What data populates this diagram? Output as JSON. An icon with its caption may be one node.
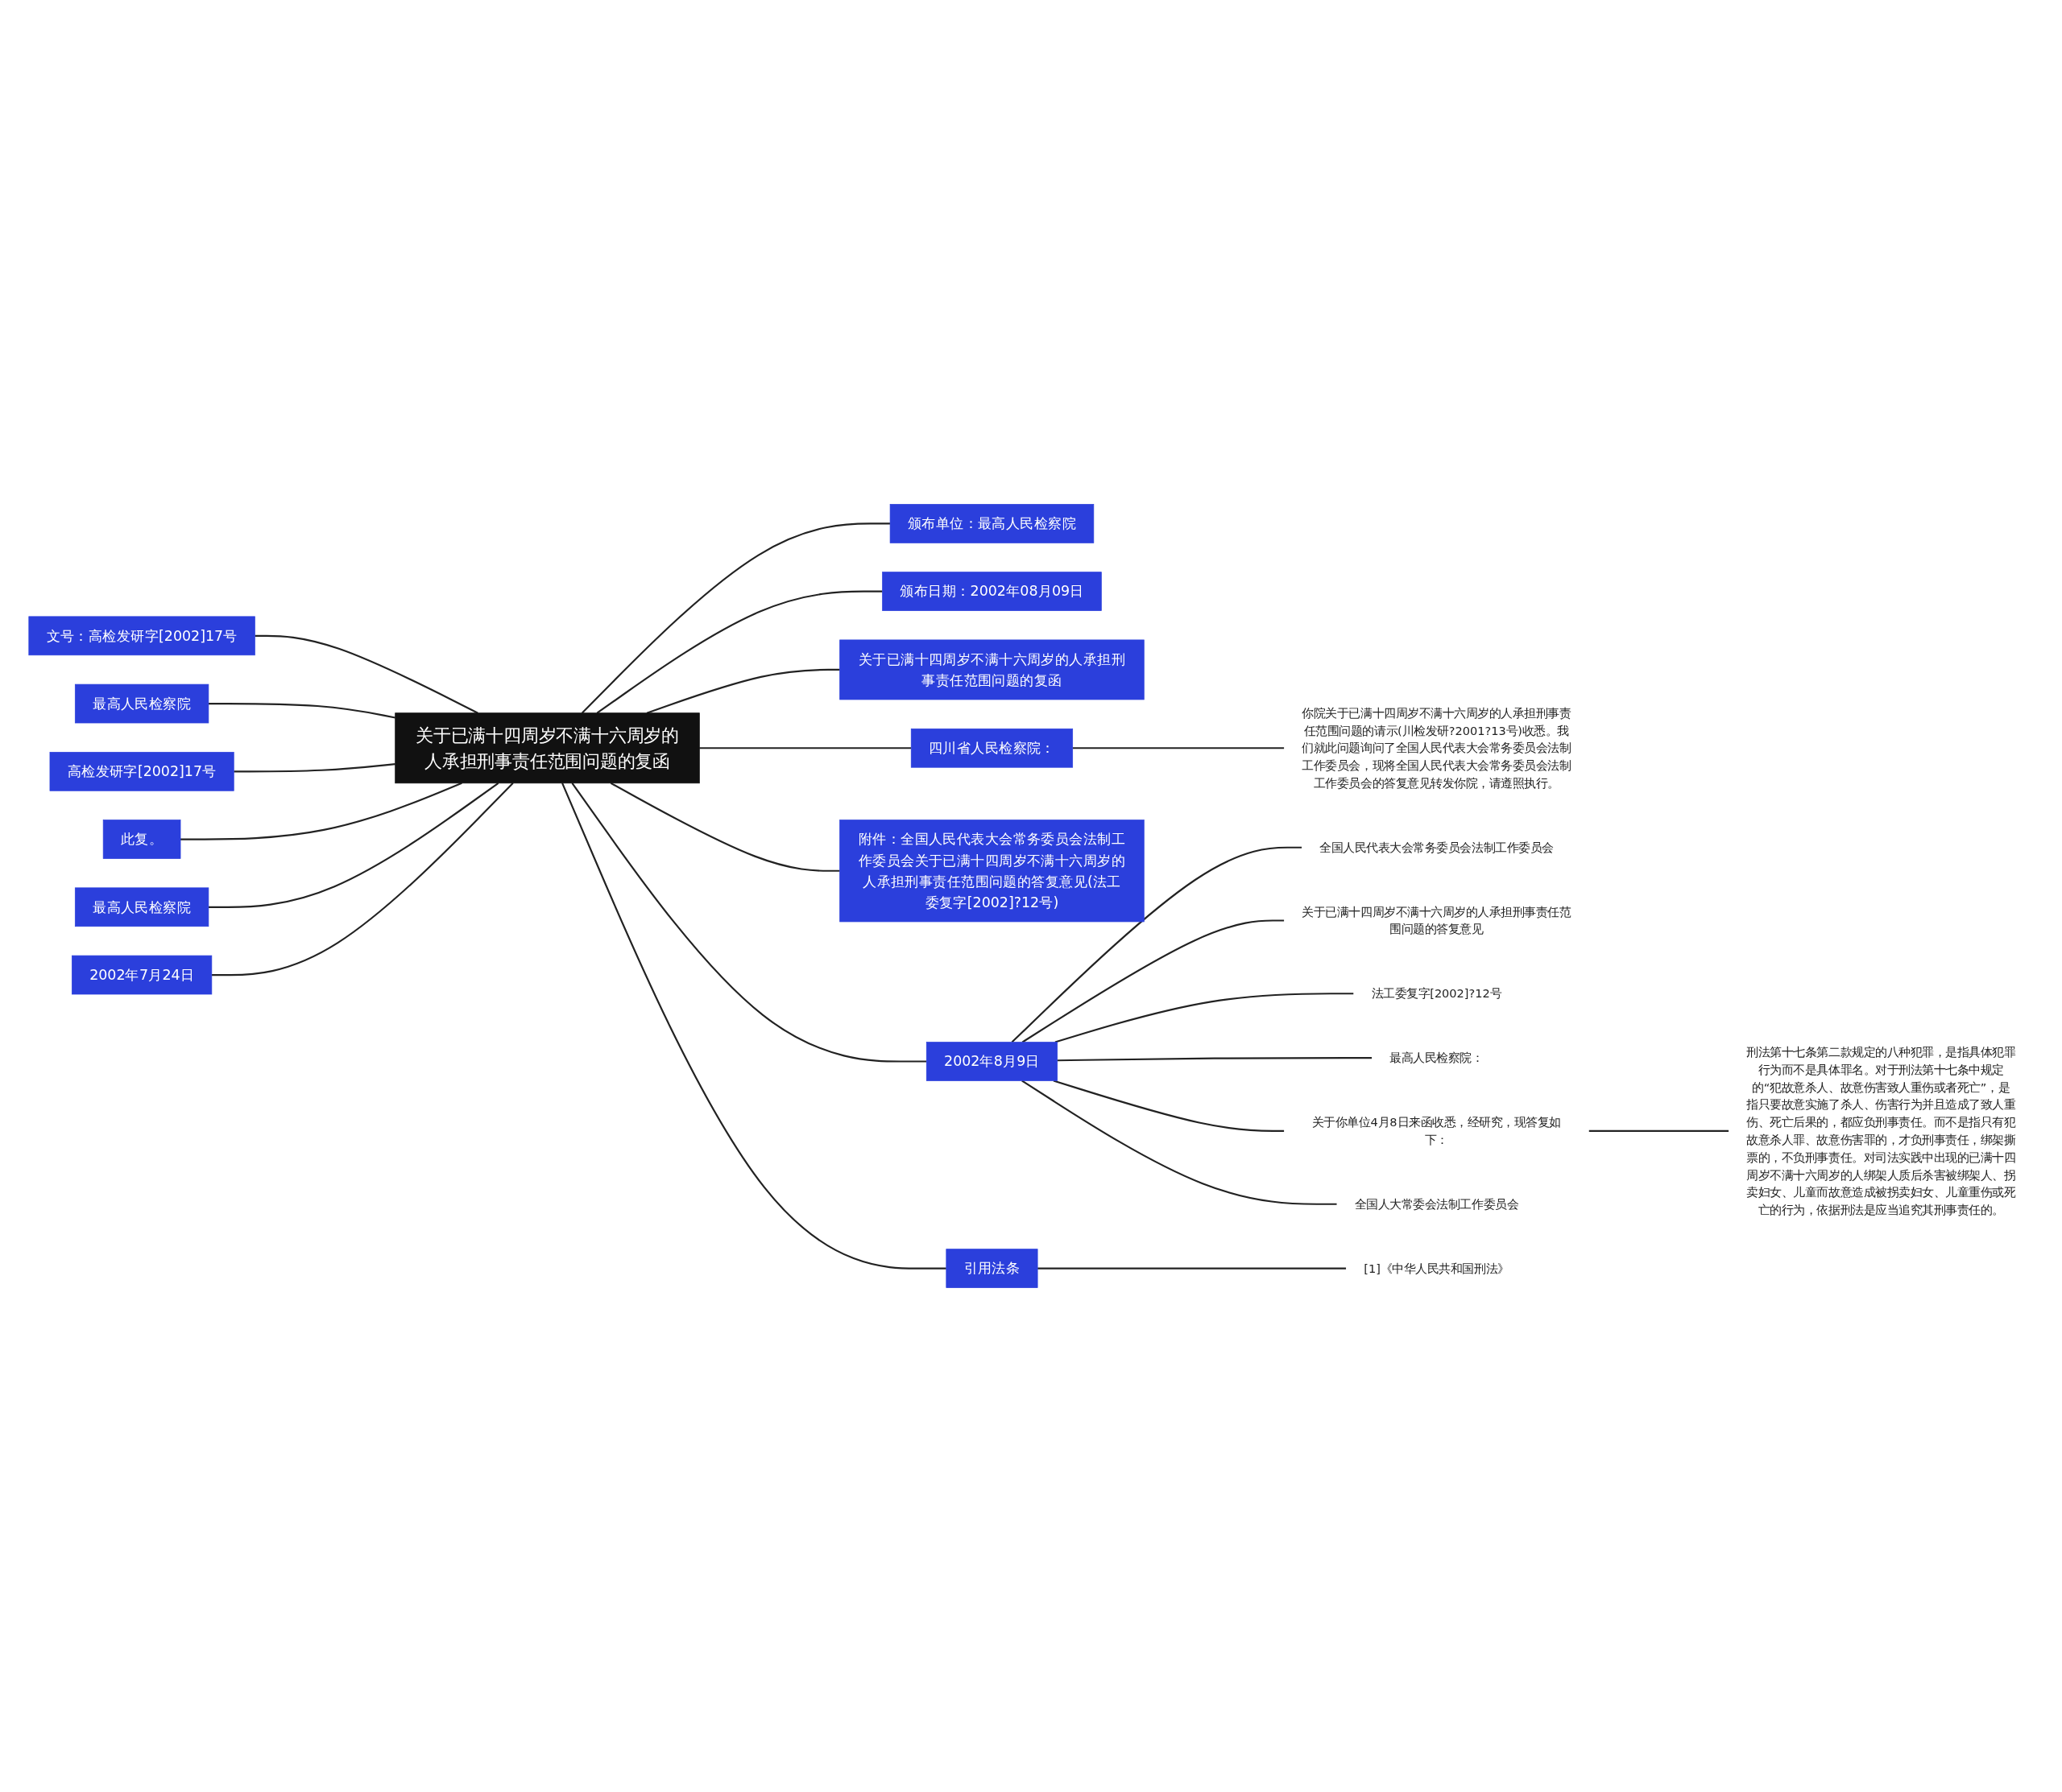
{
  "diagram": {
    "nodes": [
      {
        "text": [
          "关于已满十四周岁不满十六周岁的人承担刑事责任范围问题的复函"
        ]
      },
      {
        "text": [
          "文号：高检发研字[2002]17号"
        ]
      },
      {
        "text": [
          "最高人民检察院"
        ]
      },
      {
        "text": [
          "高检发研字[2002]17号"
        ]
      },
      {
        "text": [
          "此复。"
        ]
      },
      {
        "text": [
          "最高人民检察院"
        ]
      },
      {
        "text": [
          "2002年7月24日"
        ]
      },
      {
        "text": [
          "颁布单位：最高人民检察院"
        ]
      },
      {
        "text": [
          "颁布日期：2002年08月09日"
        ]
      },
      {
        "text": [
          "关于已满十四周岁不满十六周岁的人承担刑事责任范围问题的复函"
        ]
      },
      {
        "text": [
          "四川省人民检察院："
        ]
      },
      {
        "text": [
          "你院关于已满十四周岁不满十六周岁的人承担刑事责任范围问题的请示(川检发研?2001?13号)收悉。我们就此问题询问了全国人民代表大会常务委员会法制工作委员会，现将全国人民代表大会常务委员会法制工作委员会的答复意见转发你院，请遵照执行。"
        ]
      },
      {
        "text": [
          "附件：全国人民代表大会常务委员会法制工作委员会关于已满十四周岁不满十六周岁的人承担刑事责任范围问题的答复意见(法工委复字[2002]?12号)"
        ]
      },
      {
        "text": [
          "2002年8月9日"
        ]
      },
      {
        "text": [
          "全国人民代表大会常务委员会法制工作委员会"
        ]
      },
      {
        "text": [
          "关于已满十四周岁不满十六周岁的人承担刑事责任范围问题的答复意见"
        ]
      },
      {
        "text": [
          "法工委复字[2002]?12号"
        ]
      },
      {
        "text": [
          "最高人民检察院："
        ]
      },
      {
        "text": [
          "关于你单位4月8日来函收悉，经研究，现答复如下："
        ]
      },
      {
        "text": [
          "刑法第十七条第二款规定的八种犯罪，是指具体犯罪行为而不是具体罪名。对于刑法第十七条中规定的“犯故意杀人、故意伤害致人重伤或者死亡”，是指只要故意实施了杀人、伤害行为并且造成了致人重伤、死亡后果的，都应负刑事责任。而不是指只有犯故意杀人罪、故意伤害罪的，才负刑事责任，绑架撕票的，不负刑事责任。对司法实践中出现的已满十四周岁不满十六周岁的人绑架人质后杀害被绑架人、拐卖妇女、儿童而故意造成被拐卖妇女、儿童重伤或死亡的行为，依据刑法是应当追究其刑事责任的。"
        ]
      },
      {
        "text": [
          "全国人大常委会法制工作委员会"
        ]
      },
      {
        "text": [
          "引用法条"
        ]
      },
      {
        "text": [
          "[1]《中华人民共和国刑法》"
        ]
      }
    ],
    "edges": [
      {
        "from": 0,
        "to": 1,
        "arrow": "none"
      },
      {
        "from": 0,
        "to": 2,
        "arrow": "none"
      },
      {
        "from": 0,
        "to": 3,
        "arrow": "none"
      },
      {
        "from": 0,
        "to": 4,
        "arrow": "none"
      },
      {
        "from": 0,
        "to": 5,
        "arrow": "none"
      },
      {
        "from": 0,
        "to": 6,
        "arrow": "none"
      },
      {
        "from": 0,
        "to": 7,
        "arrow": "none"
      },
      {
        "from": 0,
        "to": 8,
        "arrow": "none"
      },
      {
        "from": 0,
        "to": 9,
        "arrow": "none"
      },
      {
        "from": 0,
        "to": 10,
        "arrow": "none"
      },
      {
        "from": 10,
        "to": 11,
        "arrow": "none"
      },
      {
        "from": 0,
        "to": 12,
        "arrow": "none"
      },
      {
        "from": 0,
        "to": 13,
        "arrow": "none"
      },
      {
        "from": 13,
        "to": 14,
        "arrow": "none"
      },
      {
        "from": 13,
        "to": 15,
        "arrow": "none"
      },
      {
        "from": 13,
        "to": 16,
        "arrow": "none"
      },
      {
        "from": 13,
        "to": 17,
        "arrow": "none"
      },
      {
        "from": 13,
        "to": 18,
        "arrow": "none"
      },
      {
        "from": 18,
        "to": 19,
        "arrow": "none"
      },
      {
        "from": 13,
        "to": 20,
        "arrow": "none"
      },
      {
        "from": 0,
        "to": 21,
        "arrow": "none"
      },
      {
        "from": 21,
        "to": 22,
        "arrow": "none"
      }
    ]
  }
}
